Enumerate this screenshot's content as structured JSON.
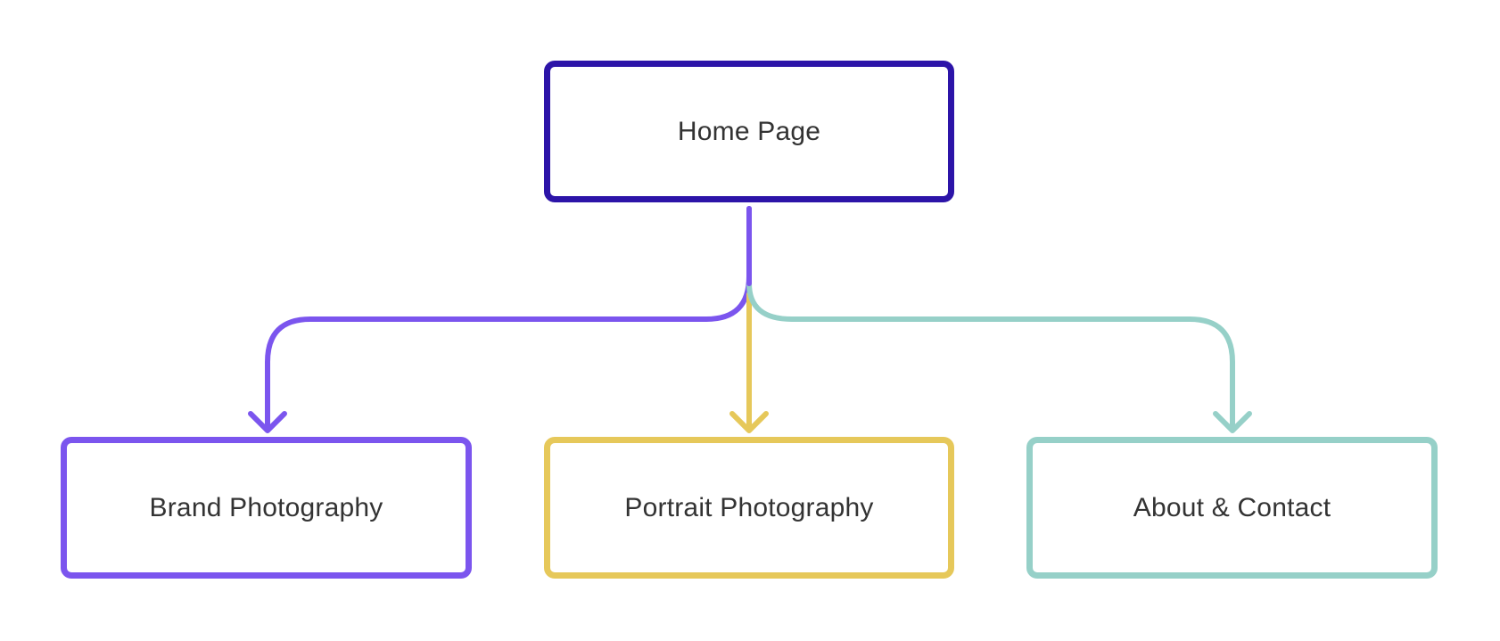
{
  "diagram": {
    "root": {
      "label": "Home Page",
      "color": "#2c14a8"
    },
    "children": [
      {
        "label": "Brand Photography",
        "color": "#7b55ee"
      },
      {
        "label": "Portrait Photography",
        "color": "#e6c85a"
      },
      {
        "label": "About & Contact",
        "color": "#96d0c8"
      }
    ]
  }
}
